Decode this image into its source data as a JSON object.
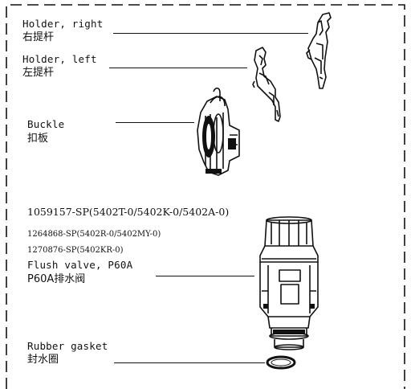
{
  "parts": {
    "holder_right": {
      "label_en": "Holder, right",
      "label_zh": "右提杆"
    },
    "holder_left": {
      "label_en": "Holder, left",
      "label_zh": "左提杆"
    },
    "buckle": {
      "label_en": "Buckle",
      "label_zh": "扣板"
    },
    "flush_valve": {
      "code_main": "1059157-SP(5402T-0/5402K-0/5402A-0)",
      "code_alt1": "1264868-SP(5402R-0/5402MY-0)",
      "code_alt2": "1270876-SP(5402KR-0)",
      "label_en": "Flush valve, P60A",
      "label_zh": "P60A排水阀"
    },
    "rubber_gasket": {
      "label_en": "Rubber gasket",
      "label_zh": "封水圈"
    }
  }
}
